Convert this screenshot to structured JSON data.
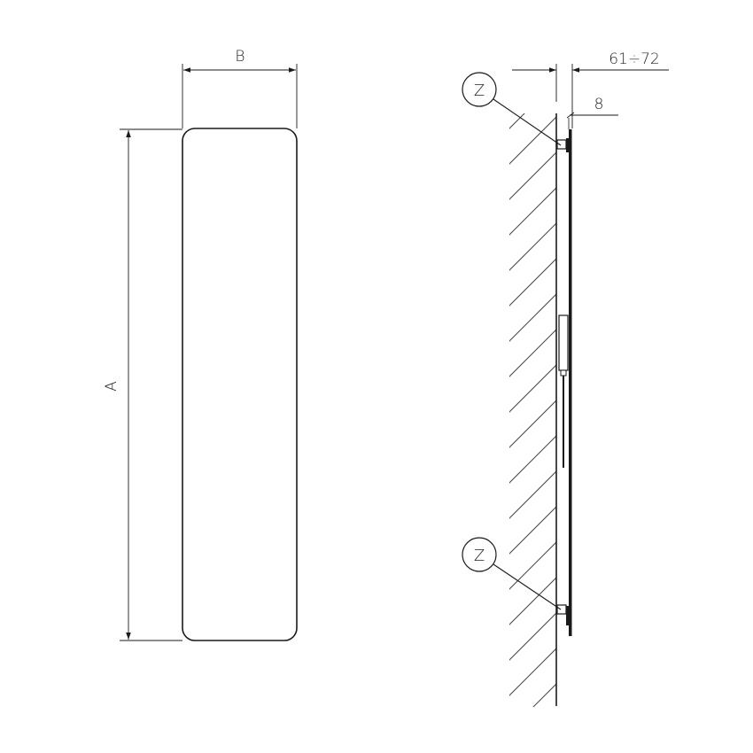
{
  "front_view": {
    "width_label": "B",
    "height_label": "A"
  },
  "side_view": {
    "depth_label": "61÷72",
    "panel_thickness_label": "8",
    "top_bracket_label": "Z",
    "bottom_bracket_label": "Z"
  },
  "colors": {
    "line": "#1a1a1a",
    "hatch": "#444444",
    "background": "#ffffff"
  }
}
